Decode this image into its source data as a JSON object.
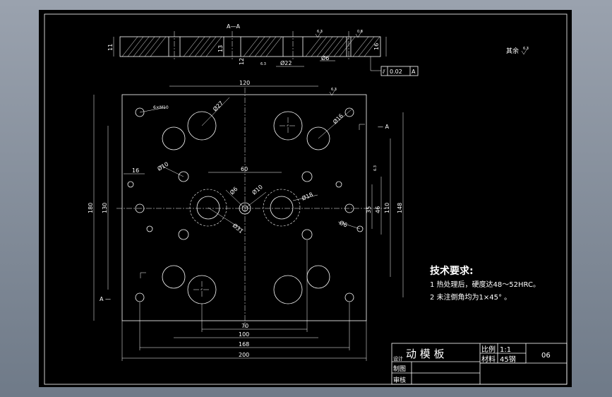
{
  "section_view": {
    "title": "A—A",
    "dims": [
      "11",
      "13",
      "12",
      "Ø22",
      "Ø6",
      "16"
    ],
    "roughness_marks": [
      "6.3",
      "0.8",
      "6.3"
    ]
  },
  "tolerance_frame": {
    "symbol": "⫽",
    "value": "0.02",
    "datum": "A"
  },
  "plate": {
    "dims": {
      "top_120": "120",
      "mid_60": "60",
      "w_70": "70",
      "w_100": "100",
      "w_168": "168",
      "w_200": "200",
      "h_180": "180",
      "h_130": "130",
      "h_148": "148",
      "h_110": "110",
      "h_46": "46",
      "h_35": "35",
      "small_16": "16"
    },
    "hole_labels": {
      "h1": "6×M10",
      "h2": "Ø27",
      "h3": "Ø16",
      "h4": "Ø10",
      "h5": "Ø6",
      "h6": "Ø10",
      "h7": "Ø18",
      "h8": "Ø31",
      "h9": "Ø6"
    },
    "section_mark_left": "A —",
    "section_mark_right": "— A",
    "roughness_right": "6.3",
    "roughness_top": "6.3"
  },
  "surface_note": {
    "label": "其余",
    "value": "6.3"
  },
  "tech_requirements": {
    "title": "技术要求:",
    "items": [
      "1  热处理后，硬度达48～52HRC。",
      "2  未注倒角均为1×45°  。"
    ]
  },
  "title_block": {
    "part_name": "动 模 板",
    "scale_label": "比例",
    "scale_value": "1:1",
    "material_label": "材料",
    "material_value": "45钢",
    "drawing_no": "06",
    "row_1": "设计",
    "row_2": "制图",
    "row_3": "审核"
  },
  "colors": {
    "viewport_bg": "#000000",
    "line": "#ffffff",
    "desktop": "#8a94a2"
  }
}
